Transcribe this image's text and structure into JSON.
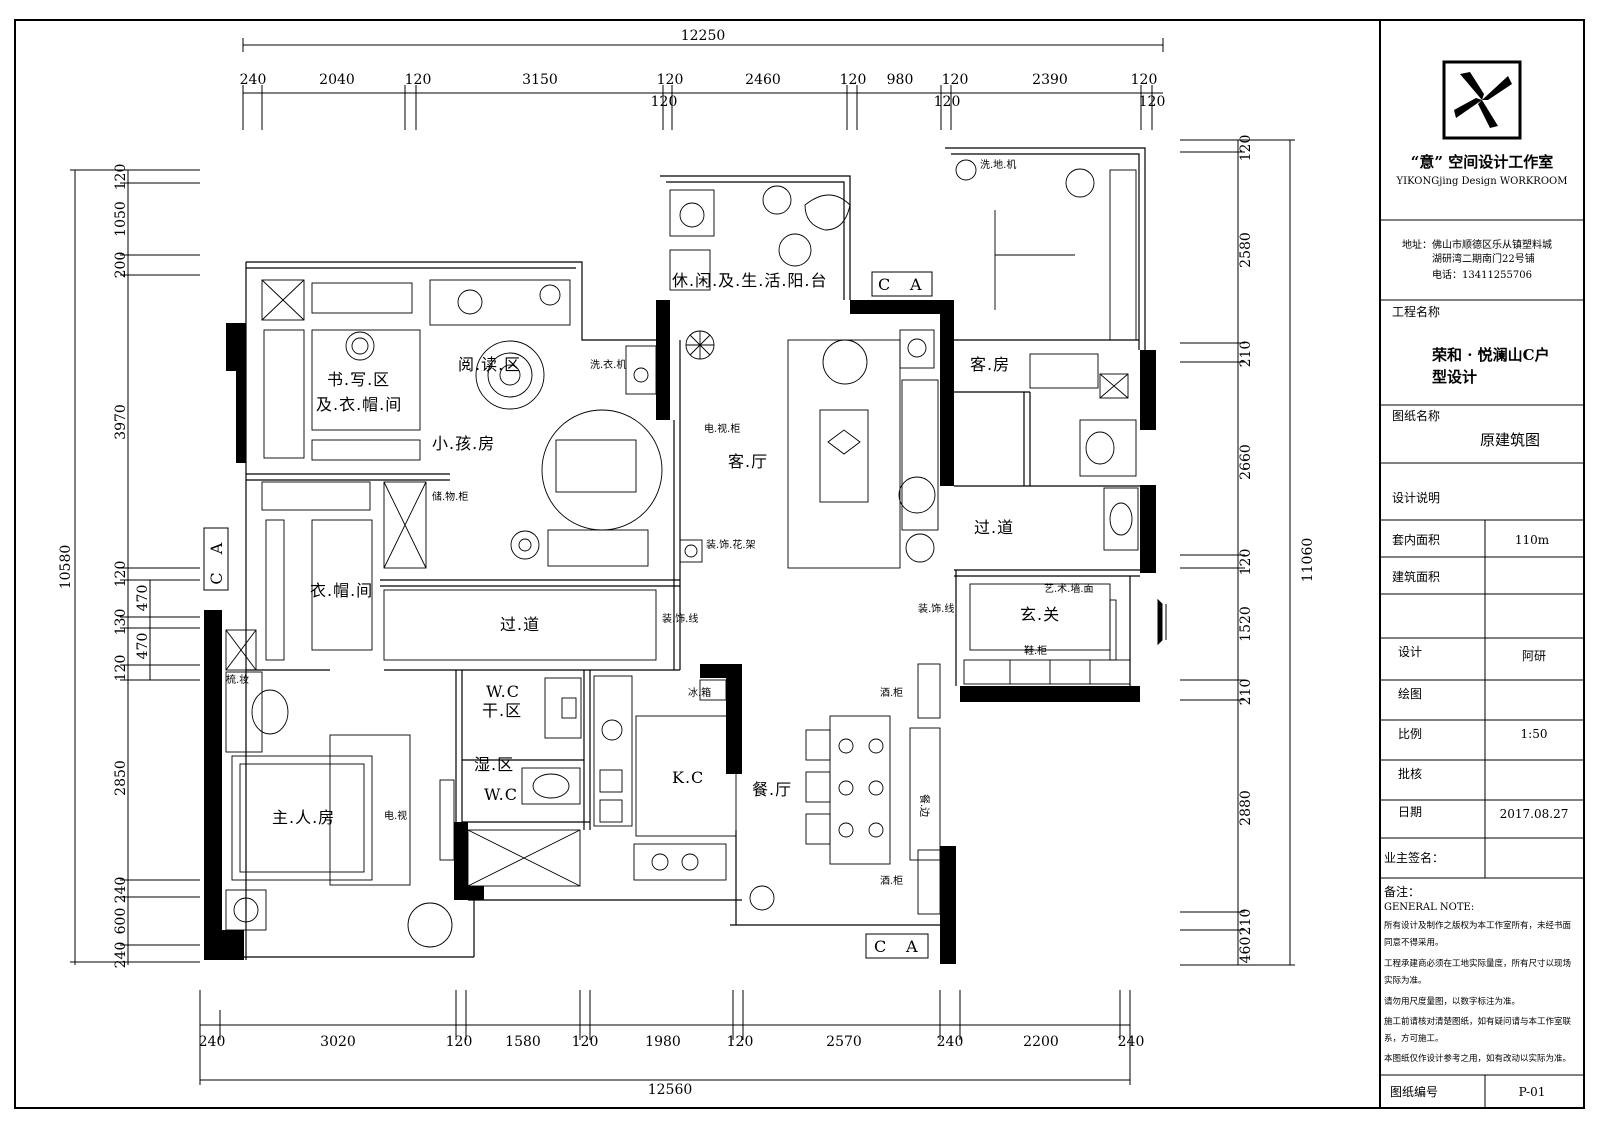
{
  "dims": {
    "top_total": "12250",
    "top": [
      "240",
      "2040",
      "120",
      "3150",
      "120",
      "2460",
      "120",
      "980",
      "120",
      "2390",
      "120"
    ],
    "top_second": [
      "120",
      "120",
      "120"
    ],
    "bottom_total": "12560",
    "bottom": [
      "240",
      "3020",
      "120",
      "1580",
      "120",
      "1980",
      "120",
      "2570",
      "240",
      "2200",
      "240"
    ],
    "left_total": "10580",
    "left": [
      "120",
      "1050",
      "200",
      "3970",
      "120",
      "470",
      "130",
      "470",
      "120",
      "2850",
      "240",
      "600",
      "240"
    ],
    "right_total": "11060",
    "right": [
      "120",
      "2580",
      "210",
      "2660",
      "120",
      "1520",
      "210",
      "2880",
      "210",
      "460"
    ]
  },
  "rooms": {
    "balcony": "休.闲.及.生.活.阳.台",
    "reading": "阅.读.区",
    "writing": "书.写.区",
    "cloakroom_study": "及.衣.帽.间",
    "kids_room": "小.孩.房",
    "living": "客.厅",
    "guest_room": "客.房",
    "corridor_right": "过.道",
    "wardrobe": "衣.帽.间",
    "corridor": "过.道",
    "foyer": "玄.关",
    "wc_dry_a": "W.C",
    "wc_dry_b": "干.区",
    "wc_wet_a": "湿.区",
    "wc_wet_b": "W.C",
    "kitchen": "K.C",
    "dining": "餐.厅",
    "master": "主.人.房"
  },
  "labels": {
    "washer": "洗.地.机",
    "laundry": "洗.衣.机",
    "tv_cabinet": "电.视.柜",
    "storage": "储.物.柜",
    "plant_stand": "装.饰.花.架",
    "decor_line_a": "装.饰.线",
    "decor_line_b": "装.饰.线",
    "art_wall": "艺.术.墙.面",
    "shoe": "鞋.柜",
    "fridge": "冰.箱",
    "wine_a": "酒.柜",
    "wine_b": "酒.柜",
    "sideboard": "餐.边",
    "tv": "电.视",
    "dressing": "梳.妆",
    "marker_a": "A",
    "marker_c": "C"
  },
  "titleblock": {
    "studio": "“意” 空间设计工作室",
    "studio_en": "YIKONGjing  Design  WORKROOM",
    "address_label": "地址：",
    "address_1": "佛山市顺德区乐从镇塑料城",
    "address_2": "湖研湾二期南门22号铺",
    "phone": "电话：13411255706",
    "project_label": "工程名称",
    "project_name_1": "荣和 · 悦澜山C户",
    "project_name_2": "型设计",
    "drawing_label": "图纸名称",
    "drawing_name": "原建筑图",
    "notes_label": "设计说明",
    "area_in_label": "套内面积",
    "area_in_value": "110m",
    "area_build_label": "建筑面积",
    "designer_label": "设计",
    "designer_value": "阿研",
    "draw_label": "绘图",
    "scale_label": "比例",
    "scale_value": "1:50",
    "check_label": "批核",
    "date_label": "日期",
    "date_value": "2017.08.27",
    "owner_label": "业主签名：",
    "remarks_label": "备注：",
    "remarks_en": "GENERAL NOTE:",
    "remarks": [
      "所有设计及制作之版权为本工作室所有，未经书面",
      "同意不得采用。",
      "工程承建商必须在工地实际量度，所有尺寸以现场",
      "实际为准。",
      "请勿用尺度量图，以数字标注为准。",
      "施工前请核对清楚图纸，如有疑问请与本工作室联",
      "系，方可施工。",
      "本图纸仅作设计参考之用，如有改动以实际为准。"
    ],
    "sheet_label": "图纸编号",
    "sheet_value": "P-01"
  }
}
